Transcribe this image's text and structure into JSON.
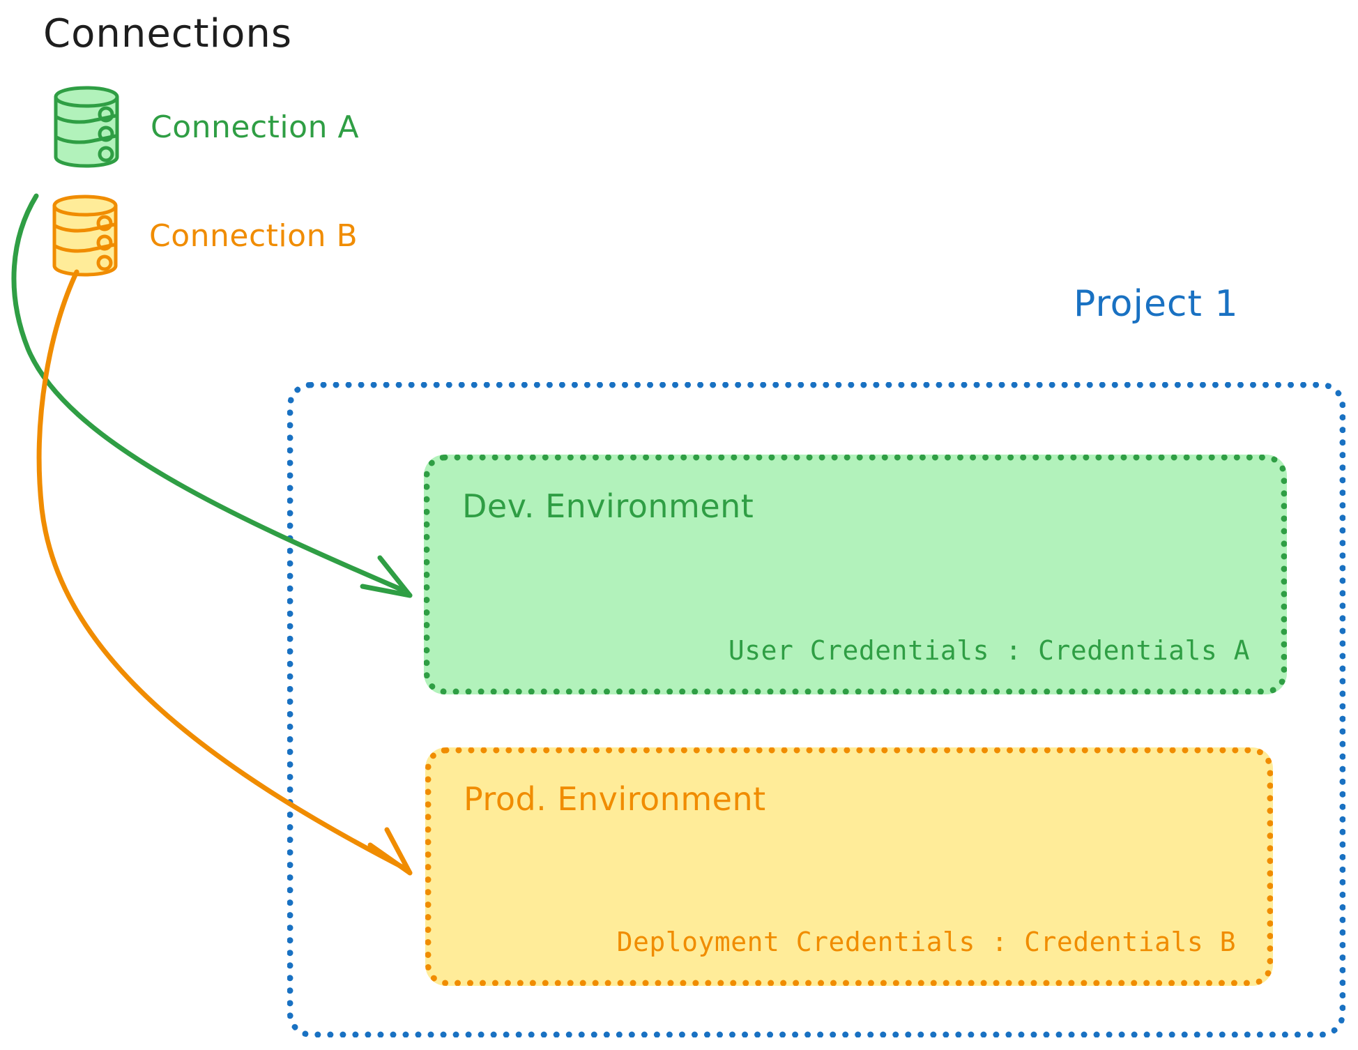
{
  "diagram": {
    "title": "Connections",
    "title_color": "#1e1e1e",
    "background": "#ffffff"
  },
  "connections": [
    {
      "label": "Connection A",
      "color": "#2f9e44",
      "fill": "#b2f2bb",
      "icon": "database-icon"
    },
    {
      "label": "Connection B",
      "color": "#f08c00",
      "fill": "#ffec99",
      "icon": "database-icon"
    }
  ],
  "project": {
    "label": "Project 1",
    "border_color": "#1971c2",
    "environments": [
      {
        "title": "Dev. Environment",
        "credential_line": "User Credentials : Credentials A",
        "color": "#2f9e44",
        "fill": "#b2f2bb"
      },
      {
        "title": "Prod. Environment",
        "credential_line": "Deployment Credentials : Credentials B",
        "color": "#f08c00",
        "fill": "#ffec99"
      }
    ]
  },
  "arrows": [
    {
      "name": "arrow-connection-a-to-dev",
      "from": "Connection A",
      "to": "Dev. Environment",
      "color": "#2f9e44"
    },
    {
      "name": "arrow-connection-b-to-prod",
      "from": "Connection B",
      "to": "Prod. Environment",
      "color": "#f08c00"
    }
  ]
}
